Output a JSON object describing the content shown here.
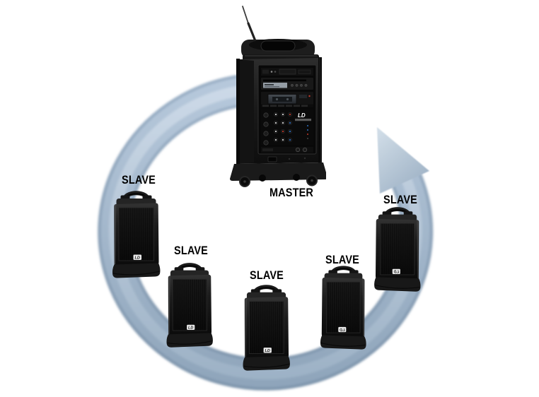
{
  "diagram": {
    "master": {
      "label": "MASTER"
    },
    "slaves": [
      {
        "label": "SLAVE"
      },
      {
        "label": "SLAVE"
      },
      {
        "label": "SLAVE"
      },
      {
        "label": "SLAVE"
      },
      {
        "label": "SLAVE"
      }
    ],
    "brand_badge": "LD",
    "arrow": {
      "direction": "counterclockwise",
      "color_light": "#c3d3e3",
      "color_mid_top": "#b7c9dc",
      "color_mid_bottom": "#8ea4ba",
      "edge_top": "#9cb1c7",
      "edge_bottom": "#7e95ac",
      "highlight_top": "#d2deeb",
      "highlight_bottom": "#9db2c6",
      "head_light": "#d3dfe9",
      "head_dark": "#9cb0c4"
    },
    "background": "#ffffff",
    "label_color": "#000000"
  }
}
